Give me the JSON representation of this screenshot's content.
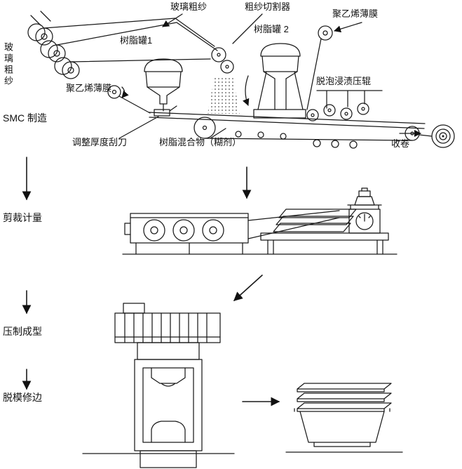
{
  "labels": {
    "glass_roving_top": "玻璃粗纱",
    "roving_cutter": "粗纱切割器",
    "pe_film_top": "聚乙烯薄膜",
    "resin_tank_1": "树脂罐1",
    "resin_tank_2": "树脂罐 2",
    "glass_roving_left": "玻璃粗纱",
    "pe_film_left": "聚乙烯薄膜",
    "smc_manufacture": "SMC 制造",
    "deaeration_rollers": "脱泡浸渍压辊",
    "thickness_blade": "调整厚度刮刀",
    "resin_paste": "树脂混合物（糊剂）",
    "take_up": "收卷",
    "cutting_metering": "剪裁计量",
    "press_molding": "压制成型",
    "demold_trimming": "脱模修边"
  },
  "colors": {
    "ink": "#1a1a1a",
    "background": "#ffffff"
  }
}
